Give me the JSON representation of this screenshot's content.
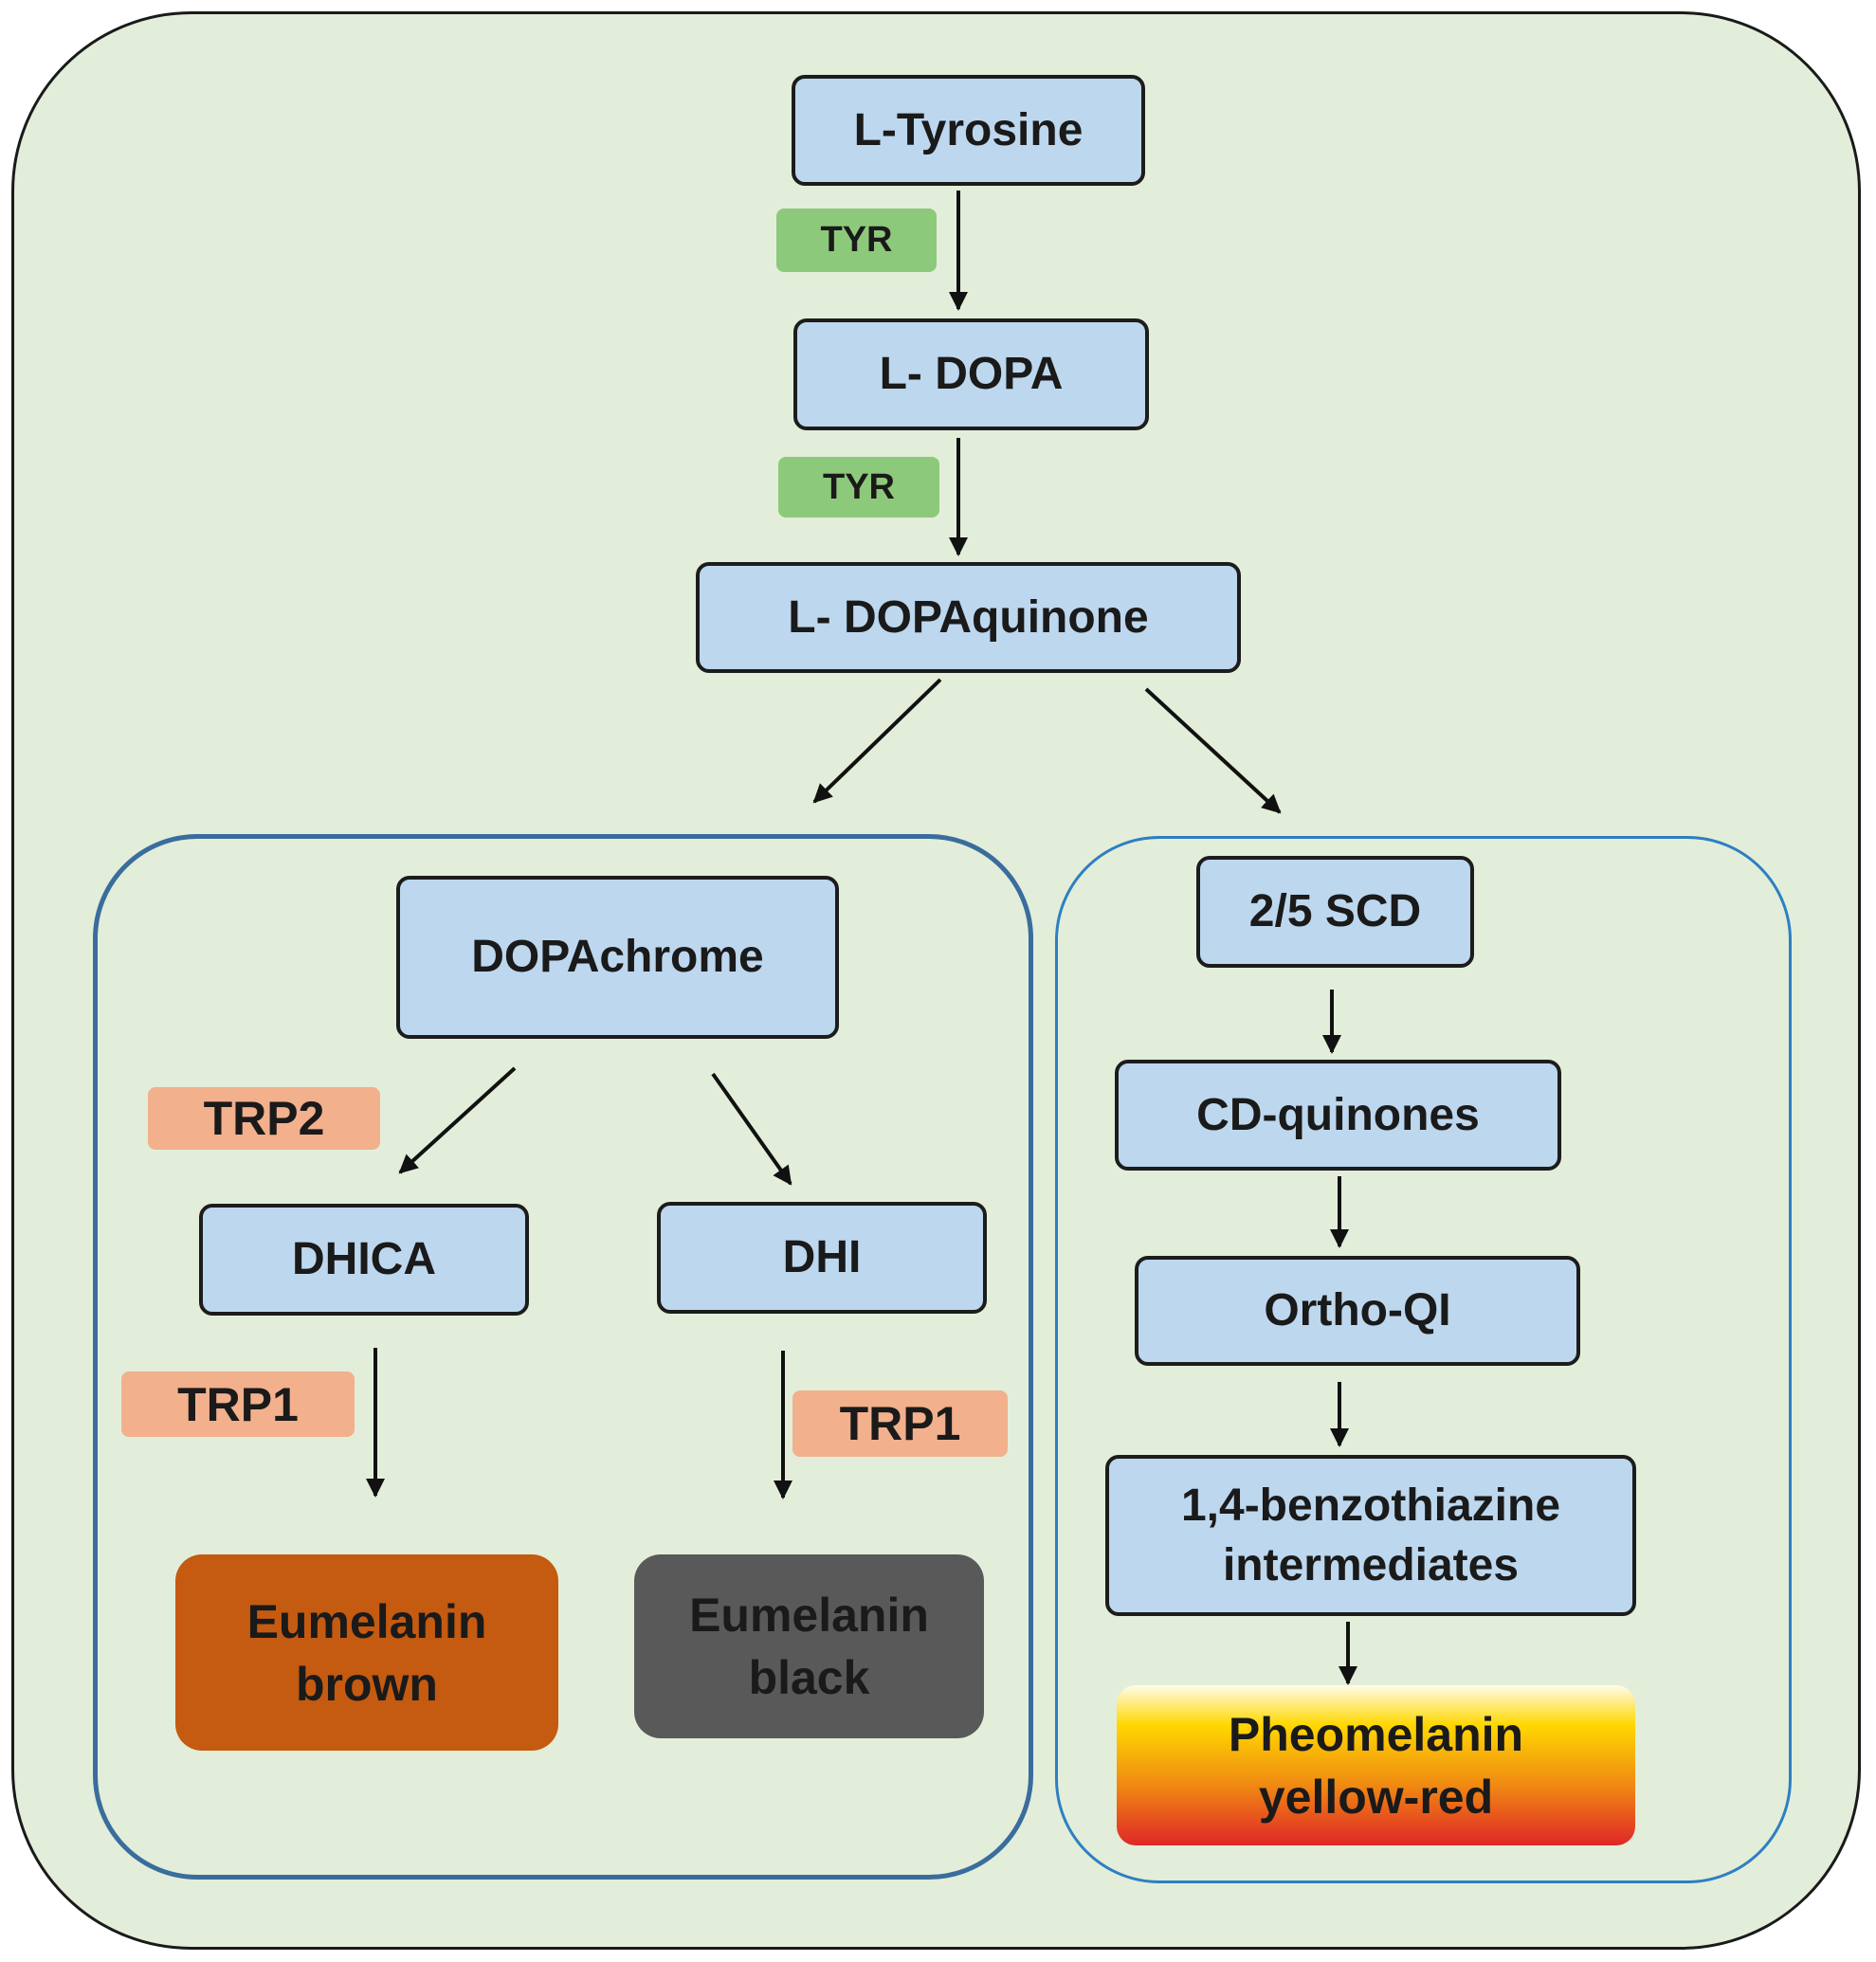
{
  "nodes": {
    "tyrosine": "L-Tyrosine",
    "dopa": "L- DOPA",
    "dopaquinone": "L- DOPAquinone",
    "dopachrome": "DOPAchrome",
    "dhica": "DHICA",
    "dhi": "DHI",
    "scd": "2/5 SCD",
    "cd_quinones": "CD-quinones",
    "ortho_qi": "Ortho-QI",
    "benzothiazine": "1,4-benzothiazine\nintermediates"
  },
  "enzymes": {
    "tyr_1": "TYR",
    "tyr_2": "TYR",
    "trp2": "TRP2",
    "trp1_left": "TRP1",
    "trp1_right": "TRP1"
  },
  "products": {
    "eumelanin_brown": "Eumelanin\nbrown",
    "eumelanin_black": "Eumelanin\nblack",
    "pheomelanin": "Pheomelanin\nyellow-red"
  },
  "colors": {
    "background": "#e2eed9",
    "node_fill": "#bdd7ee",
    "tyr_fill": "#8dc97a",
    "trp_fill": "#f2b08d",
    "eumelanin_brown": "#c55a11",
    "eumelanin_black": "#595959",
    "pheomelanin_gradient": [
      "#fffcea",
      "#ffd700",
      "#f08a12",
      "#e02727"
    ]
  }
}
